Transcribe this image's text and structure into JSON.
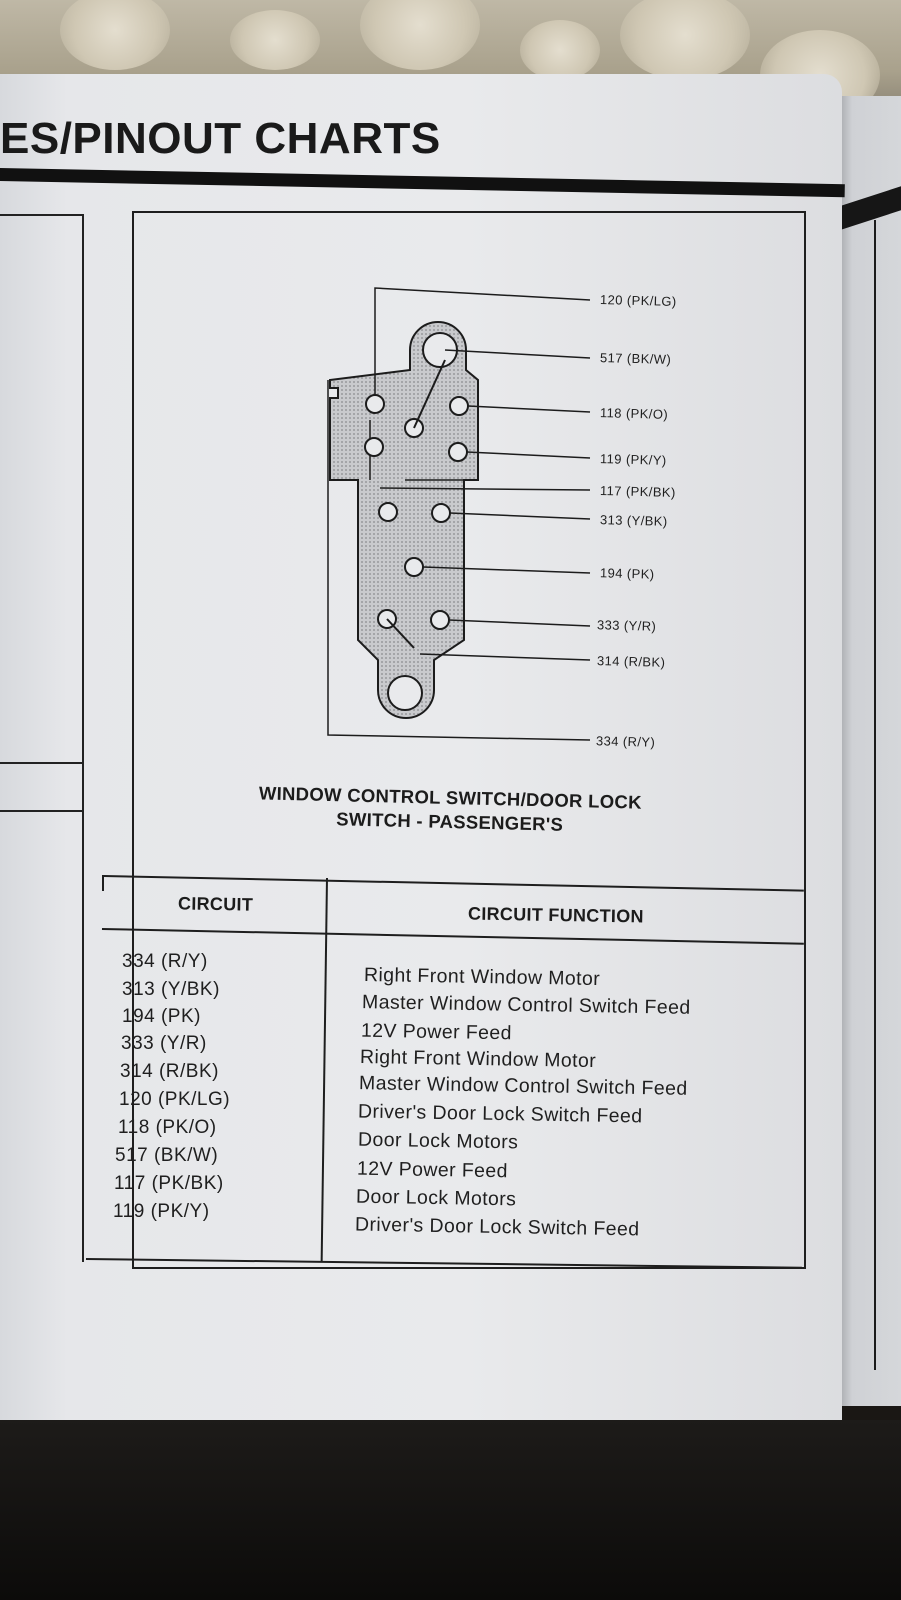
{
  "header": {
    "title": "ES/PINOUT CHARTS"
  },
  "diagram": {
    "title_line1": "WINDOW CONTROL SWITCH/DOOR LOCK",
    "title_line2": "SWITCH - PASSENGER'S",
    "wire_labels": [
      "120 (PK/LG)",
      "517 (BK/W)",
      "118 (PK/O)",
      "119 (PK/Y)",
      "117 (PK/BK)",
      "313 (Y/BK)",
      "194 (PK)",
      "333 (Y/R)",
      "314 (R/BK)",
      "334 (R/Y)"
    ]
  },
  "table": {
    "headers": {
      "circuit": "CIRCUIT",
      "function": "CIRCUIT FUNCTION"
    },
    "rows": [
      {
        "circuit": "334 (R/Y)",
        "function": "Right Front Window Motor"
      },
      {
        "circuit": "313 (Y/BK)",
        "function": "Master Window Control Switch Feed"
      },
      {
        "circuit": "194 (PK)",
        "function": "12V Power Feed"
      },
      {
        "circuit": "333 (Y/R)",
        "function": "Right Front Window Motor"
      },
      {
        "circuit": "314 (R/BK)",
        "function": "Master Window Control Switch Feed"
      },
      {
        "circuit": "120 (PK/LG)",
        "function": "Driver's Door Lock Switch Feed"
      },
      {
        "circuit": "118 (PK/O)",
        "function": "Door Lock Motors"
      },
      {
        "circuit": "517 (BK/W)",
        "function": "12V Power Feed"
      },
      {
        "circuit": "117 (PK/BK)",
        "function": "Door Lock Motors"
      },
      {
        "circuit": "119 (PK/Y)",
        "function": "Driver's Door Lock Switch Feed"
      }
    ]
  },
  "colors": {
    "ink": "#1c1c1c",
    "paper": "#e8e9eb"
  }
}
